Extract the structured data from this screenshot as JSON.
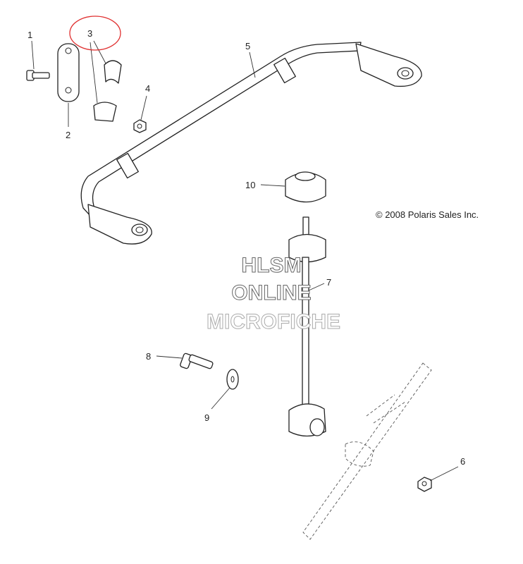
{
  "diagram": {
    "copyright": "© 2008 Polaris Sales Inc.",
    "watermark": [
      "HLSM",
      "ONLINE",
      "MICROFICHE"
    ],
    "callouts": [
      "1",
      "2",
      "3",
      "4",
      "5",
      "6",
      "7",
      "8",
      "9",
      "10"
    ],
    "highlight_color": "#e03030"
  }
}
